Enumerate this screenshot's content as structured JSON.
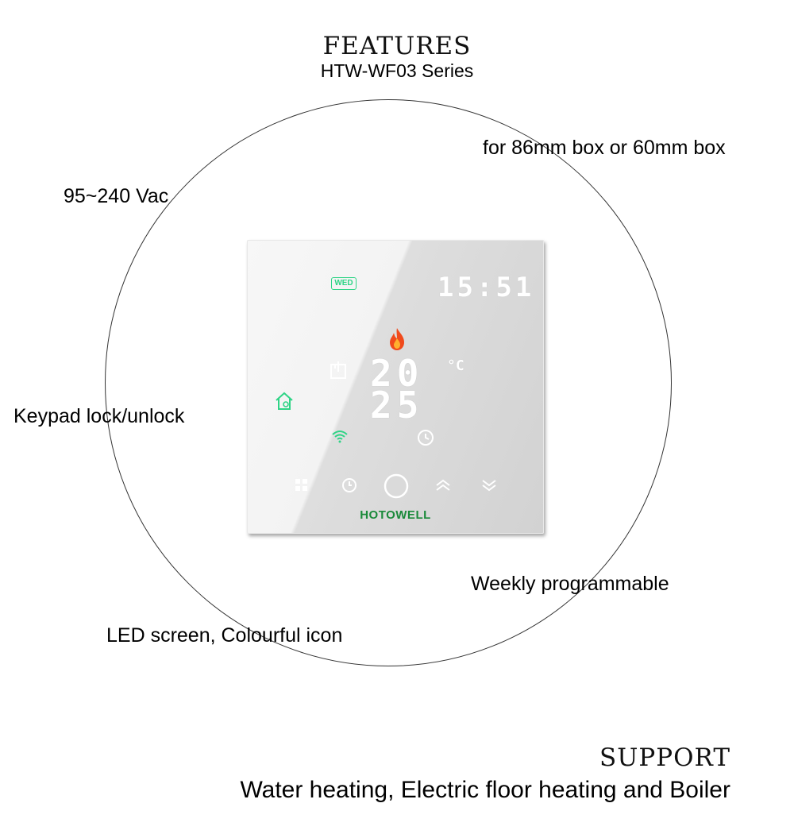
{
  "header": {
    "title": "FEATURES",
    "subtitle": "HTW-WF03 Series"
  },
  "callouts": {
    "box": "for 86mm box or 60mm box",
    "voltage": "95~240 Vac",
    "keypad": "Keypad lock/unlock",
    "weekly": "Weekly programmable",
    "led": "LED screen, Colourful icon"
  },
  "device": {
    "day": "WED",
    "clock": "15:51",
    "temp_set": "20",
    "temp_unit": "°C",
    "temp_room": "25",
    "brand": "HOTOWELL",
    "icons": [
      "flame-icon",
      "window-icon",
      "home-icon",
      "wifi-icon",
      "clock-icon",
      "menu-icon",
      "timer-icon",
      "power-icon",
      "up-icon",
      "down-icon"
    ]
  },
  "footer": {
    "title": "SUPPORT",
    "description": "Water heating, Electric floor heating and Boiler"
  },
  "colors": {
    "accent_green": "#2fd486",
    "brand_green": "#1a8a3a",
    "flame": "#f04a1c"
  }
}
